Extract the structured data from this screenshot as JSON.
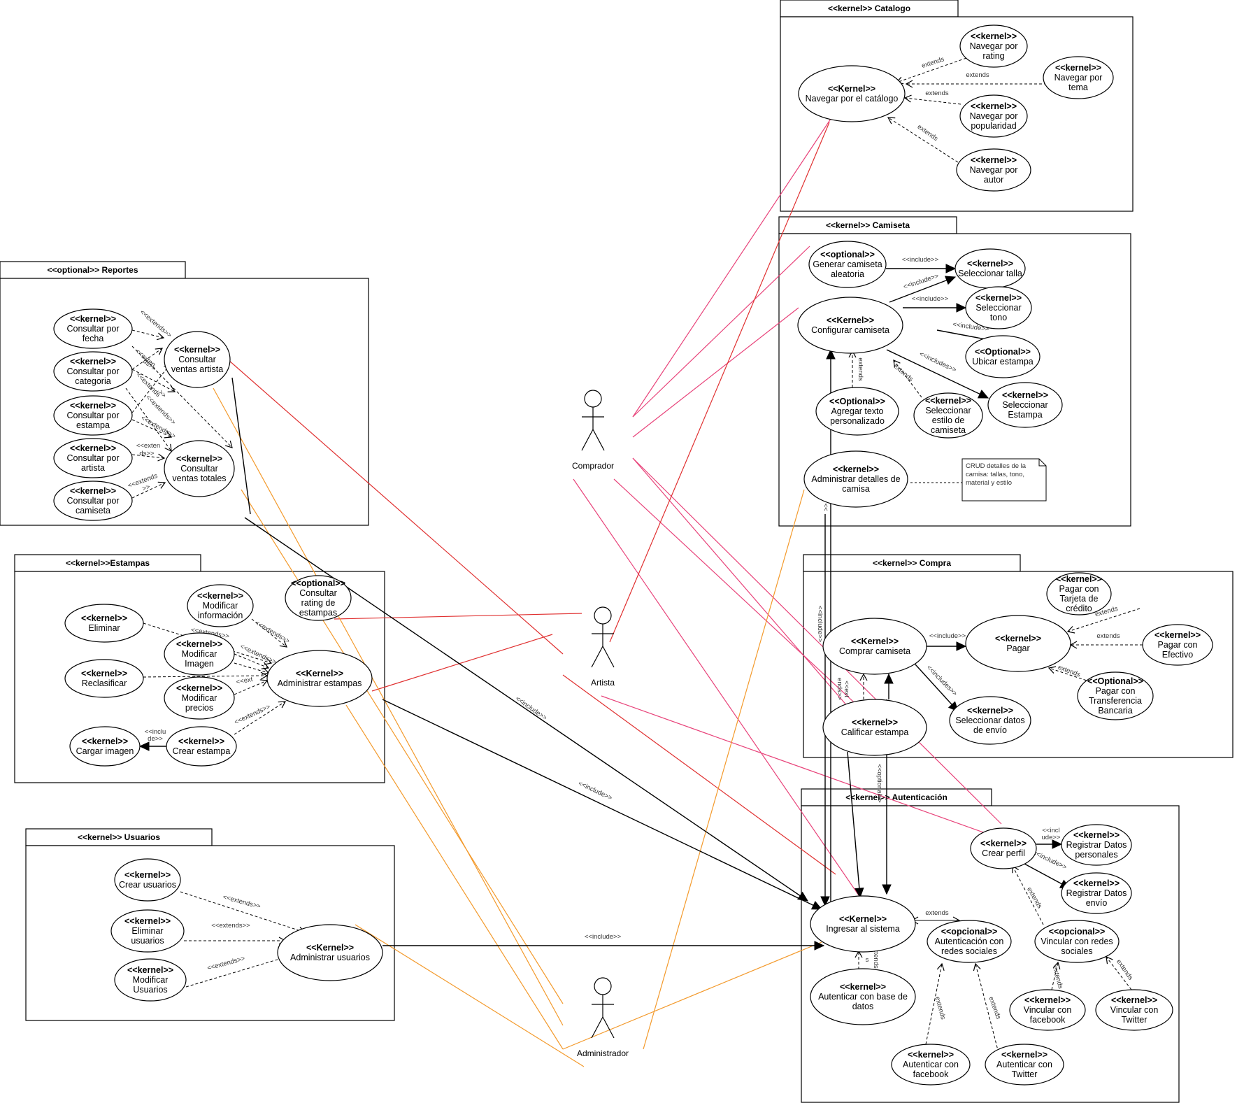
{
  "diagram": {
    "packages": [
      {
        "id": "catalogo",
        "title": "<<kernel>> Catalogo"
      },
      {
        "id": "camiseta",
        "title": "<<kernel>> Camiseta"
      },
      {
        "id": "reportes",
        "title": "<<optional>> Reportes"
      },
      {
        "id": "estampas",
        "title": "<<kernel>>Estampas"
      },
      {
        "id": "compra",
        "title": "<<kernel>> Compra"
      },
      {
        "id": "usuarios",
        "title": "<<kernel>> Usuarios"
      },
      {
        "id": "autenticacion",
        "title": "<<kernel>> Autenticación"
      }
    ],
    "actors": [
      {
        "id": "comprador",
        "name": "Comprador"
      },
      {
        "id": "artista",
        "name": "Artista"
      },
      {
        "id": "administrador",
        "name": "Administrador"
      }
    ],
    "use_cases": [
      {
        "id": "nav_catalogo",
        "lines": [
          "<<Kernel>>",
          "Navegar por el catálogo"
        ]
      },
      {
        "id": "nav_rating",
        "lines": [
          "<<kernel>>",
          "Navegar por",
          "rating"
        ]
      },
      {
        "id": "nav_tema",
        "lines": [
          "<<kernel>>",
          "Navegar por",
          "tema"
        ]
      },
      {
        "id": "nav_popularidad",
        "lines": [
          "<<kernel>>",
          "Navegar por",
          "popularidad"
        ]
      },
      {
        "id": "nav_autor",
        "lines": [
          "<<kernel>>",
          "Navegar por",
          "autor"
        ]
      },
      {
        "id": "gen_aleatoria",
        "lines": [
          "<<optional>>",
          "Generar camiseta",
          "aleatoria"
        ]
      },
      {
        "id": "sel_talla",
        "lines": [
          "<<kernel>>",
          "Seleccionar talla"
        ]
      },
      {
        "id": "conf_camiseta",
        "lines": [
          "<<Kernel>>",
          "Configurar camiseta"
        ]
      },
      {
        "id": "sel_tono",
        "lines": [
          "<<kernel>>",
          "Seleccionar",
          "tono"
        ]
      },
      {
        "id": "ubicar_estampa",
        "lines": [
          "<<Optional>>",
          "Ubicar estampa"
        ]
      },
      {
        "id": "agregar_texto",
        "lines": [
          "<<Optional>>",
          "Agregar texto",
          "personalizado"
        ]
      },
      {
        "id": "sel_estilo",
        "lines": [
          "<<kernel>>",
          "Seleccionar",
          "estilo de",
          "camiseta"
        ]
      },
      {
        "id": "sel_estampa",
        "lines": [
          "<<kernel>>",
          "Seleccionar",
          "Estampa"
        ]
      },
      {
        "id": "admin_detalles",
        "lines": [
          "<<kernel>>",
          "Administrar detalles de",
          "camisa"
        ]
      },
      {
        "id": "cons_fecha",
        "lines": [
          "<<kernel>>",
          "Consultar por",
          "fecha"
        ]
      },
      {
        "id": "cons_categoria",
        "lines": [
          "<<kernel>>",
          "Consultar por",
          "categoria"
        ]
      },
      {
        "id": "cons_estampa",
        "lines": [
          "<<kernel>>",
          "Consultar por",
          "estampa"
        ]
      },
      {
        "id": "cons_artista",
        "lines": [
          "<<kernel>>",
          "Consultar por",
          "artista"
        ]
      },
      {
        "id": "cons_camiseta",
        "lines": [
          "<<kernel>>",
          "Consultar por",
          "camiseta"
        ]
      },
      {
        "id": "ventas_artista",
        "lines": [
          "<<kernel>>",
          "Consultar",
          "ventas artista"
        ]
      },
      {
        "id": "ventas_totales",
        "lines": [
          "<<kernel>>",
          "Consultar",
          "ventas totales"
        ]
      },
      {
        "id": "eliminar",
        "lines": [
          "<<kernel>>",
          "Eliminar"
        ]
      },
      {
        "id": "mod_info",
        "lines": [
          "<<kernel>>",
          "Modificar",
          "información"
        ]
      },
      {
        "id": "rating_estampas",
        "lines": [
          "<<optional>>",
          "Consultar",
          "rating de",
          "estampas"
        ]
      },
      {
        "id": "mod_imagen",
        "lines": [
          "<<kernel>>",
          "Modificar",
          "Imagen"
        ]
      },
      {
        "id": "reclasificar",
        "lines": [
          "<<kernel>>",
          "Reclasificar"
        ]
      },
      {
        "id": "mod_precios",
        "lines": [
          "<<kernel>>",
          "Modificar",
          "precios"
        ]
      },
      {
        "id": "admin_estampas",
        "lines": [
          "<<Kernel>>",
          "Administrar estampas"
        ]
      },
      {
        "id": "cargar_imagen",
        "lines": [
          "<<kernel>>",
          "Cargar imagen"
        ]
      },
      {
        "id": "crear_estampa",
        "lines": [
          "<<kernel>>",
          "Crear estampa"
        ]
      },
      {
        "id": "comprar",
        "lines": [
          "<<Kernel>>",
          "Comprar camiseta"
        ]
      },
      {
        "id": "pagar",
        "lines": [
          "<<kernel>>",
          "Pagar"
        ]
      },
      {
        "id": "pagar_tarjeta",
        "lines": [
          "<<kernel>>",
          "Pagar con",
          "Tarjeta de",
          "crédito"
        ]
      },
      {
        "id": "pagar_efectivo",
        "lines": [
          "<<kernel>>",
          "Pagar con",
          "Efectivo"
        ]
      },
      {
        "id": "pagar_transferencia",
        "lines": [
          "<<Optional>>",
          "Pagar con",
          "Transferencia",
          "Bancaria"
        ]
      },
      {
        "id": "calificar",
        "lines": [
          "<<kernel>>",
          "Calificar estampa"
        ]
      },
      {
        "id": "datos_envio",
        "lines": [
          "<<kernel>>",
          "Seleccionar datos",
          "de envío"
        ]
      },
      {
        "id": "crear_usuarios",
        "lines": [
          "<<kernel>>",
          "Crear usuarios"
        ]
      },
      {
        "id": "eliminar_usuarios",
        "lines": [
          "<<kernel>>",
          "Eliminar",
          "usuarios"
        ]
      },
      {
        "id": "modificar_usuarios",
        "lines": [
          "<<kernel>>",
          "Modificar",
          "Usuarios"
        ]
      },
      {
        "id": "admin_usuarios",
        "lines": [
          "<<Kernel>>",
          "Administrar usuarios"
        ]
      },
      {
        "id": "crear_perfil",
        "lines": [
          "<<kernel>>",
          "Crear perfil"
        ]
      },
      {
        "id": "datos_personales",
        "lines": [
          "<<kernel>>",
          "Registrar Datos",
          "personales"
        ]
      },
      {
        "id": "datos_envio_reg",
        "lines": [
          "<<kernel>>",
          "Registrar Datos",
          "envío"
        ]
      },
      {
        "id": "ingresar",
        "lines": [
          "<<Kernel>>",
          "Ingresar al sistema"
        ]
      },
      {
        "id": "aut_redes",
        "lines": [
          "<<opcional>>",
          "Autenticación con",
          "redes sociales"
        ]
      },
      {
        "id": "vincular_redes",
        "lines": [
          "<<opcional>>",
          "Vincular con redes",
          "sociales"
        ]
      },
      {
        "id": "aut_bd",
        "lines": [
          "<<kernel>>",
          "Autenticar con base de",
          "datos"
        ]
      },
      {
        "id": "vinc_facebook",
        "lines": [
          "<<kernel>>",
          "Vincular con",
          "facebook"
        ]
      },
      {
        "id": "vinc_twitter",
        "lines": [
          "<<kernel>>",
          "Vincular con",
          "Twitter"
        ]
      },
      {
        "id": "aut_facebook",
        "lines": [
          "<<kernel>>",
          "Autenticar con",
          "facebook"
        ]
      },
      {
        "id": "aut_twitter",
        "lines": [
          "<<kernel>>",
          "Autenticar con",
          "Twitter"
        ]
      }
    ],
    "note": {
      "lines": [
        "CRUD detalles de la",
        "camisa: tallas, tono,",
        "material y estilo"
      ]
    },
    "labels": {
      "extends": "extends",
      "extends_guil": "<<extends>>",
      "include_guil": "<<include>>",
      "includes_guil": "<<includes>>",
      "include_plain": "<<include>>",
      "exten": "extend",
      "extends_frag": "<<exten",
      "extends_frag2": "ds>>",
      "inclu": "<<inclu",
      "de": "de>>",
      "incl": "<<incl",
      "ude": "ude>>",
      "s": "s",
      "optional_v": "<<optional>>",
      "include_v": "<<include>>",
      "include_v2": "<<inclu",
      "extends_v": "extends"
    },
    "colors": {
      "comprador": "#e8437a",
      "artista": "#e03030",
      "administrador": "#f39a2c",
      "black": "#000000",
      "dark_red": "#cc1f1f"
    }
  }
}
